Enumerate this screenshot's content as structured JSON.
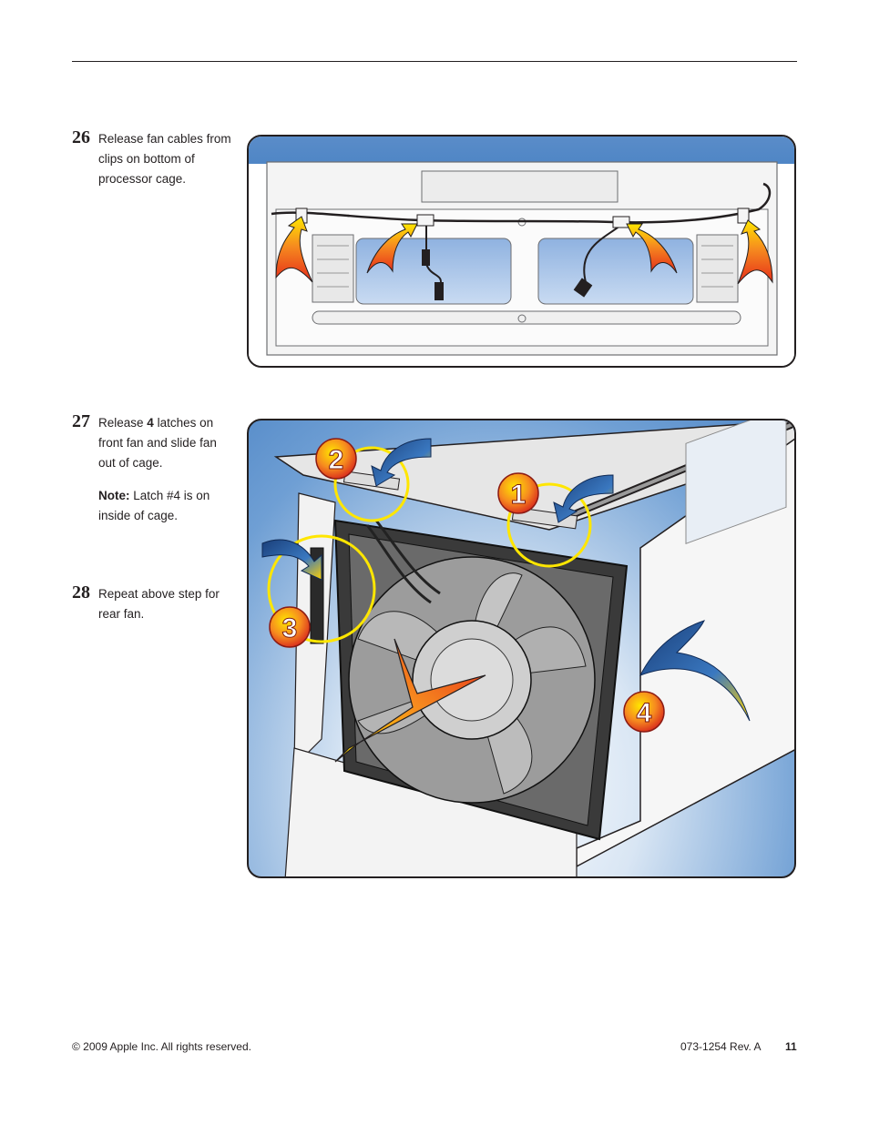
{
  "steps": [
    {
      "number": "26",
      "text": "Release fan cables from clips on bottom of processor cage."
    },
    {
      "number": "27",
      "text_before": "Release ",
      "text_bold": "4",
      "text_after": " latches on front fan and slide fan out of cage.",
      "note_label": "Note:",
      "note_text": " Latch #4 is on inside of cage."
    },
    {
      "number": "28",
      "text": "Repeat above step for rear fan."
    }
  ],
  "figure2": {
    "callouts": [
      "1",
      "2",
      "3",
      "4"
    ]
  },
  "footer": {
    "copyright": "© 2009 Apple Inc. All rights reserved.",
    "doc_id": "073-1254 Rev. A",
    "page_number": "11"
  },
  "colors": {
    "frame_blue": "#4f86c6",
    "callout_orange": "#f26522",
    "callout_yellow": "#ffe600",
    "arrow_blue": "#1f4f8f"
  }
}
